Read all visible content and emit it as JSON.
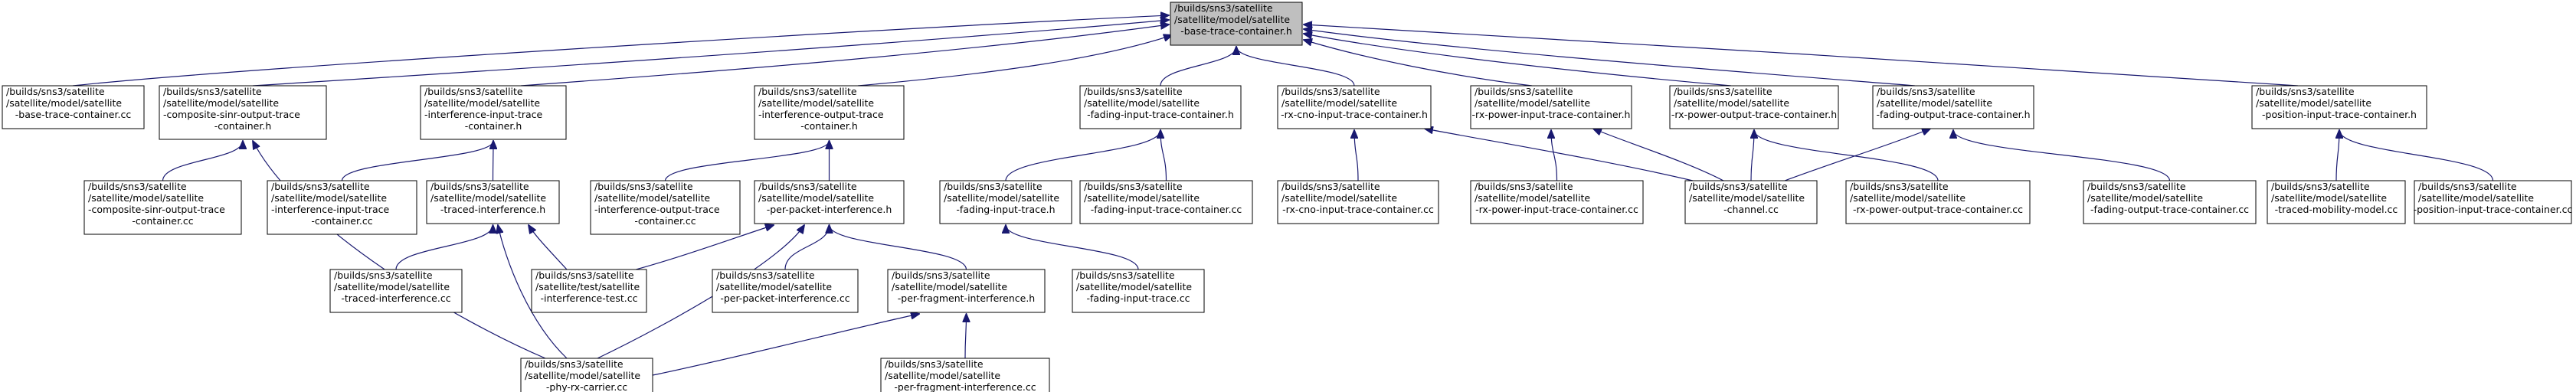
{
  "colors": {
    "edge": "#191970",
    "node_border": "#000000",
    "node_fill": "#ffffff",
    "root_fill": "#bfbfbf",
    "text": "#000000"
  },
  "nodes": [
    {
      "id": "root",
      "lines": [
        "/builds/sns3/satellite",
        "/satellite/model/satellite",
        "-base-trace-container.h"
      ],
      "root": true
    },
    {
      "id": "base_cc",
      "lines": [
        "/builds/sns3/satellite",
        "/satellite/model/satellite",
        "-base-trace-container.cc"
      ]
    },
    {
      "id": "comp_h",
      "lines": [
        "/builds/sns3/satellite",
        "/satellite/model/satellite",
        "-composite-sinr-output-trace",
        "-container.h"
      ]
    },
    {
      "id": "interf_in_h",
      "lines": [
        "/builds/sns3/satellite",
        "/satellite/model/satellite",
        "-interference-input-trace",
        "-container.h"
      ]
    },
    {
      "id": "interf_out_h",
      "lines": [
        "/builds/sns3/satellite",
        "/satellite/model/satellite",
        "-interference-output-trace",
        "-container.h"
      ]
    },
    {
      "id": "fading_in_h",
      "lines": [
        "/builds/sns3/satellite",
        "/satellite/model/satellite",
        "-fading-input-trace-container.h"
      ]
    },
    {
      "id": "rxcno_h",
      "lines": [
        "/builds/sns3/satellite",
        "/satellite/model/satellite",
        "-rx-cno-input-trace-container.h"
      ]
    },
    {
      "id": "rxpin_h",
      "lines": [
        "/builds/sns3/satellite",
        "/satellite/model/satellite",
        "-rx-power-input-trace-container.h"
      ]
    },
    {
      "id": "rxpout_h",
      "lines": [
        "/builds/sns3/satellite",
        "/satellite/model/satellite",
        "-rx-power-output-trace-container.h"
      ]
    },
    {
      "id": "fadout_h",
      "lines": [
        "/builds/sns3/satellite",
        "/satellite/model/satellite",
        "-fading-output-trace-container.h"
      ]
    },
    {
      "id": "pos_h",
      "lines": [
        "/builds/sns3/satellite",
        "/satellite/model/satellite",
        "-position-input-trace-container.h"
      ]
    },
    {
      "id": "comp_cc",
      "lines": [
        "/builds/sns3/satellite",
        "/satellite/model/satellite",
        "-composite-sinr-output-trace",
        "-container.cc"
      ]
    },
    {
      "id": "interf_in_cc",
      "lines": [
        "/builds/sns3/satellite",
        "/satellite/model/satellite",
        "-interference-input-trace",
        "-container.cc"
      ]
    },
    {
      "id": "traced_h",
      "lines": [
        "/builds/sns3/satellite",
        "/satellite/model/satellite",
        "-traced-interference.h"
      ]
    },
    {
      "id": "interf_out_cc",
      "lines": [
        "/builds/sns3/satellite",
        "/satellite/model/satellite",
        "-interference-output-trace",
        "-container.cc"
      ]
    },
    {
      "id": "ppi_h",
      "lines": [
        "/builds/sns3/satellite",
        "/satellite/model/satellite",
        "-per-packet-interference.h"
      ]
    },
    {
      "id": "fading_h",
      "lines": [
        "/builds/sns3/satellite",
        "/satellite/model/satellite",
        "-fading-input-trace.h"
      ]
    },
    {
      "id": "fading_in_cc",
      "lines": [
        "/builds/sns3/satellite",
        "/satellite/model/satellite",
        "-fading-input-trace-container.cc"
      ]
    },
    {
      "id": "rxcno_cc",
      "lines": [
        "/builds/sns3/satellite",
        "/satellite/model/satellite",
        "-rx-cno-input-trace-container.cc"
      ]
    },
    {
      "id": "rxpin_cc",
      "lines": [
        "/builds/sns3/satellite",
        "/satellite/model/satellite",
        "-rx-power-input-trace-container.cc"
      ]
    },
    {
      "id": "channel_cc",
      "lines": [
        "/builds/sns3/satellite",
        "/satellite/model/satellite",
        "-channel.cc"
      ]
    },
    {
      "id": "rxpout_cc",
      "lines": [
        "/builds/sns3/satellite",
        "/satellite/model/satellite",
        "-rx-power-output-trace-container.cc"
      ]
    },
    {
      "id": "fadout_cc",
      "lines": [
        "/builds/sns3/satellite",
        "/satellite/model/satellite",
        "-fading-output-trace-container.cc"
      ]
    },
    {
      "id": "mobility_cc",
      "lines": [
        "/builds/sns3/satellite",
        "/satellite/model/satellite",
        "-traced-mobility-model.cc"
      ]
    },
    {
      "id": "pos_cc",
      "lines": [
        "/builds/sns3/satellite",
        "/satellite/model/satellite",
        "-position-input-trace-container.cc"
      ]
    },
    {
      "id": "traced_cc",
      "lines": [
        "/builds/sns3/satellite",
        "/satellite/model/satellite",
        "-traced-interference.cc"
      ]
    },
    {
      "id": "test_cc",
      "lines": [
        "/builds/sns3/satellite",
        "/satellite/test/satellite",
        "-interference-test.cc"
      ]
    },
    {
      "id": "ppi_cc",
      "lines": [
        "/builds/sns3/satellite",
        "/satellite/model/satellite",
        "-per-packet-interference.cc"
      ]
    },
    {
      "id": "pfi_h",
      "lines": [
        "/builds/sns3/satellite",
        "/satellite/model/satellite",
        "-per-fragment-interference.h"
      ]
    },
    {
      "id": "fading_cc",
      "lines": [
        "/builds/sns3/satellite",
        "/satellite/model/satellite",
        "-fading-input-trace.cc"
      ]
    },
    {
      "id": "phy_cc",
      "lines": [
        "/builds/sns3/satellite",
        "/satellite/model/satellite",
        "-phy-rx-carrier.cc"
      ]
    },
    {
      "id": "pfi_cc",
      "lines": [
        "/builds/sns3/satellite",
        "/satellite/model/satellite",
        "-per-fragment-interference.cc"
      ]
    }
  ],
  "edges": [
    [
      "base_cc",
      "root"
    ],
    [
      "comp_h",
      "root"
    ],
    [
      "interf_in_h",
      "root"
    ],
    [
      "interf_out_h",
      "root"
    ],
    [
      "fading_in_h",
      "root"
    ],
    [
      "rxcno_h",
      "root"
    ],
    [
      "rxpin_h",
      "root"
    ],
    [
      "rxpout_h",
      "root"
    ],
    [
      "fadout_h",
      "root"
    ],
    [
      "pos_h",
      "root"
    ],
    [
      "comp_cc",
      "comp_h"
    ],
    [
      "phy_cc",
      "comp_h"
    ],
    [
      "interf_in_cc",
      "interf_in_h"
    ],
    [
      "traced_h",
      "interf_in_h"
    ],
    [
      "interf_out_cc",
      "interf_out_h"
    ],
    [
      "ppi_h",
      "interf_out_h"
    ],
    [
      "fading_h",
      "fading_in_h"
    ],
    [
      "fading_in_cc",
      "fading_in_h"
    ],
    [
      "rxcno_cc",
      "rxcno_h"
    ],
    [
      "channel_cc",
      "rxcno_h"
    ],
    [
      "rxpin_cc",
      "rxpin_h"
    ],
    [
      "channel_cc",
      "rxpin_h"
    ],
    [
      "channel_cc",
      "rxpout_h"
    ],
    [
      "rxpout_cc",
      "rxpout_h"
    ],
    [
      "channel_cc",
      "fadout_h"
    ],
    [
      "fadout_cc",
      "fadout_h"
    ],
    [
      "mobility_cc",
      "pos_h"
    ],
    [
      "pos_cc",
      "pos_h"
    ],
    [
      "traced_cc",
      "traced_h"
    ],
    [
      "test_cc",
      "traced_h"
    ],
    [
      "phy_cc",
      "traced_h"
    ],
    [
      "test_cc",
      "ppi_h"
    ],
    [
      "ppi_cc",
      "ppi_h"
    ],
    [
      "pfi_h",
      "ppi_h"
    ],
    [
      "phy_cc",
      "ppi_h"
    ],
    [
      "fading_cc",
      "fading_h"
    ],
    [
      "phy_cc",
      "pfi_h"
    ],
    [
      "pfi_cc",
      "pfi_h"
    ]
  ]
}
